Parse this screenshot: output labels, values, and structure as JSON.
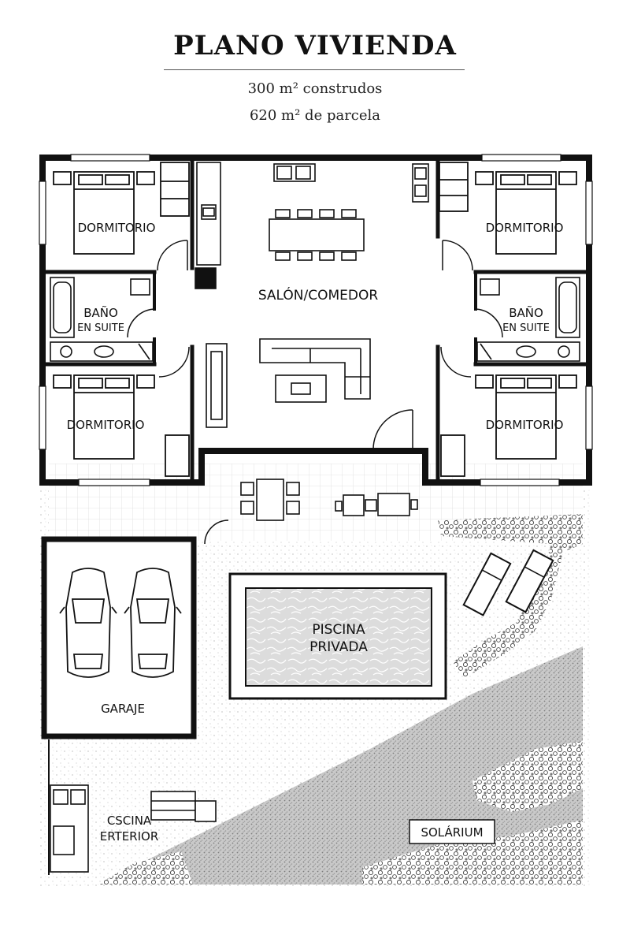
{
  "header": {
    "title": "PLANO VIVIENDA",
    "built_area": "300 m² construdos",
    "plot_area": "620 m² de parcela"
  },
  "rooms": {
    "bedroom_tl": "DORMITORIO",
    "bedroom_tr": "DORMITORIO",
    "bedroom_ml": "DORMITORIO",
    "bedroom_mr": "DORMITORIO",
    "bath_l_line1": "BAÑO",
    "bath_l_line2": "EN SUITE",
    "bath_r_line1": "BAÑO",
    "bath_r_line2": "EN SUITE",
    "living": "SALÓN/COMEDOR",
    "pool_line1": "PISCINA",
    "pool_line2": "PRIVADA",
    "garage": "GARAJE",
    "outdoor_kitchen_line1": "CSCINA",
    "outdoor_kitchen_line2": "ERTERIOR",
    "solarium": "SOLÁRIUM"
  }
}
